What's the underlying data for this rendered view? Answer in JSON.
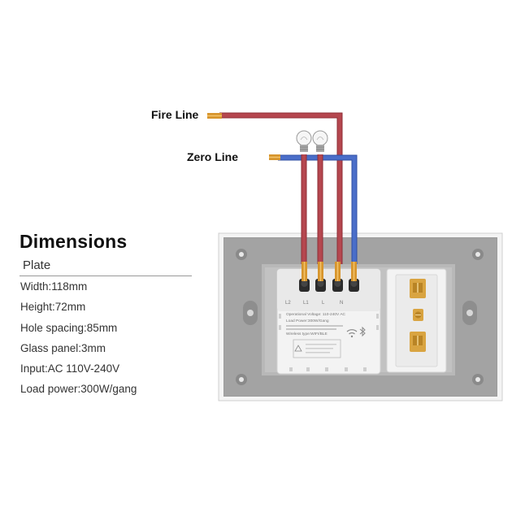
{
  "wires": {
    "fire_line_label": "Fire Line",
    "zero_line_label": "Zero Line",
    "fire_color": "#b5474f",
    "zero_color": "#4a6ec9"
  },
  "dimensions": {
    "title": "Dimensions",
    "subtitle": "Plate",
    "specs": [
      "Width:118mm",
      "Height:72mm",
      "Hole spacing:85mm",
      "Glass panel:3mm",
      "Input:AC 110V-240V",
      "Load power:300W/gang"
    ]
  },
  "module": {
    "terminals": [
      "L2",
      "L1",
      "L",
      "N"
    ],
    "text_lines": [
      "Operational Voltage: 110-240V AC",
      "Load Power:300W/Gang",
      "Wireless type:WIFI/BLE"
    ]
  }
}
